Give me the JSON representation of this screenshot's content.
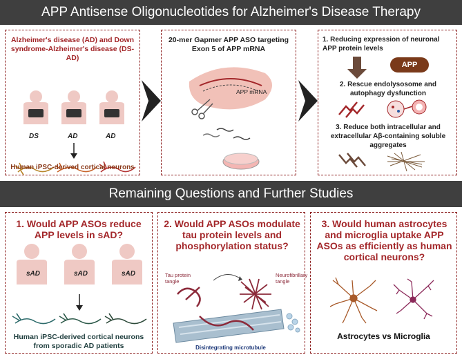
{
  "top": {
    "title": "APP Antisense Oligonucleotides for Alzheimer's Disease Therapy",
    "panel1": {
      "heading": "Alzheimer's disease (AD) and Down syndrome-Alzheimer's disease (DS-AD)",
      "labels": [
        "DS",
        "AD",
        "AD"
      ],
      "footer": "Human iPSC-derived cortical neurons"
    },
    "panel2": {
      "heading": "20-mer Gapmer APP ASO targeting Exon 5 of APP mRNA",
      "mrna_label": "APP mRNA"
    },
    "panel3": {
      "item1": "1.  Reducing expression of neuronal APP protein levels",
      "app_badge": "APP",
      "item2": "2. Rescue endolysosome and autophagy dysfunction",
      "item3": "3. Reduce both intracellular and extracellular Aβ-containing soluble aggregates"
    }
  },
  "bottom": {
    "title": "Remaining Questions and Further Studies",
    "q1": {
      "heading": "1.  Would APP ASOs reduce APP levels in sAD?",
      "labels": [
        "sAD",
        "sAD",
        "sAD"
      ],
      "footer": "Human iPSC-derived cortical neurons from sporadic AD patients"
    },
    "q2": {
      "heading": "2. Would APP ASOs modulate tau protein levels and phosphorylation status?",
      "tau_label": "Tau protein tangle",
      "nft_label": "Neurofibrillary tangle",
      "microtubule_label": "Disintegrating microtubule"
    },
    "q3": {
      "heading": "3. Would human astrocytes and microglia uptake APP ASOs as efficiently as human cortical neurons?",
      "footer": "Astrocytes vs Microglia"
    }
  },
  "colors": {
    "accent": "#a3272a",
    "banner": "#3f3f3f",
    "body_figure": "#efc9c4"
  }
}
